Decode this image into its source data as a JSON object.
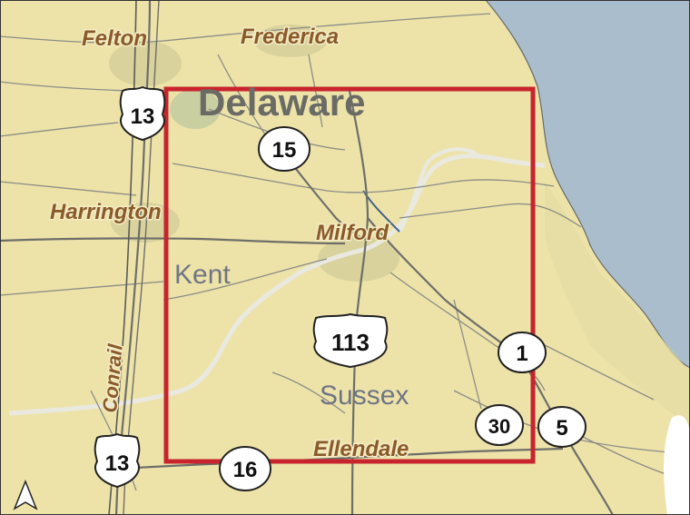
{
  "map": {
    "state_label": "Delaware",
    "counties": {
      "kent": "Kent",
      "sussex": "Sussex"
    },
    "towns": {
      "felton": "Felton",
      "frederica": "Frederica",
      "harrington": "Harrington",
      "milford": "Milford",
      "ellendale": "Ellendale"
    },
    "railroad": "Conrail",
    "routes": {
      "us13_north": "13",
      "us13_south": "13",
      "us113": "113",
      "de15": "15",
      "de16": "16",
      "de1": "1",
      "de30": "30",
      "de5": "5"
    },
    "colors": {
      "land": "#ede3a9",
      "water": "#a9bdcc",
      "study_area": "#c8242d",
      "urban": "#d9d29c",
      "roads": "#7c7c78"
    },
    "icons": {
      "north_arrow": "north-arrow-icon"
    }
  }
}
